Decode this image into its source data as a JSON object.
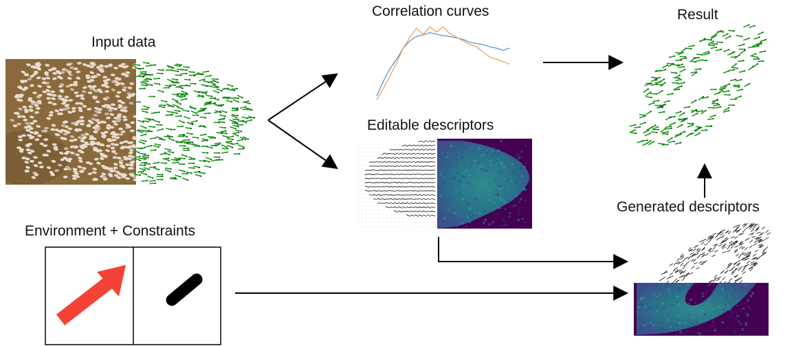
{
  "labels": {
    "input_data": "Input data",
    "correlation_curves": "Correlation curves",
    "editable_descriptors": "Editable descriptors",
    "result": "Result",
    "generated_descriptors": "Generated descriptors",
    "environment_constraints": "Environment + Constraints"
  },
  "colors": {
    "sheep_background": "#8a6a3c",
    "sheep": "#e8dcd0",
    "agent_green": "#1a9a1a",
    "arrow_field": "#222222",
    "descriptor_bg": "#440154",
    "descriptor_fill": "#2a6f8a",
    "curve_blue": "#5b9bd5",
    "curve_orange": "#f4a460",
    "env_arrow_red": "#f44336",
    "obstacle_black": "#000000"
  },
  "icons": {
    "environment_direction": "red-direction-arrow-icon",
    "constraint_obstacle": "black-capsule-obstacle-icon"
  },
  "chart_data": {
    "type": "line",
    "title": "Correlation curves",
    "xlabel": "",
    "ylabel": "",
    "x": [
      0,
      1,
      2,
      3,
      4,
      5,
      6,
      7,
      8,
      9,
      10,
      11,
      12,
      13,
      14,
      15,
      16,
      17,
      18,
      19,
      20
    ],
    "series": [
      {
        "values": [
          0.05,
          0.25,
          0.42,
          0.55,
          0.7,
          0.8,
          0.86,
          0.88,
          0.91,
          0.89,
          0.87,
          0.86,
          0.84,
          0.82,
          0.78,
          0.76,
          0.75,
          0.72,
          0.7,
          0.67,
          0.7
        ]
      },
      {
        "values": [
          0.0,
          0.15,
          0.32,
          0.5,
          0.7,
          0.85,
          0.97,
          0.89,
          0.99,
          0.92,
          0.99,
          0.9,
          0.85,
          0.8,
          0.75,
          0.72,
          0.65,
          0.58,
          0.55,
          0.52,
          0.48
        ]
      }
    ]
  }
}
